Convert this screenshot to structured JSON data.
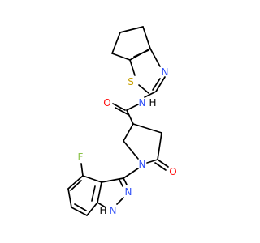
{
  "molecule": {
    "atoms": {
      "S": "S",
      "N_thiazole": "N",
      "NH_amide": "N",
      "H_amide": "H",
      "O_amide": "O",
      "N_pyrrolidine": "N",
      "O_lactam": "O",
      "F": "F",
      "N_indazole_2": "N",
      "N_indazole_1": "N",
      "H_indazole": "H"
    },
    "colors": {
      "carbon_bond": "#000000",
      "N": "#3050F8",
      "O": "#FF0D0D",
      "S": "#C8A000",
      "F": "#8BC34A",
      "H": "#000000"
    }
  }
}
